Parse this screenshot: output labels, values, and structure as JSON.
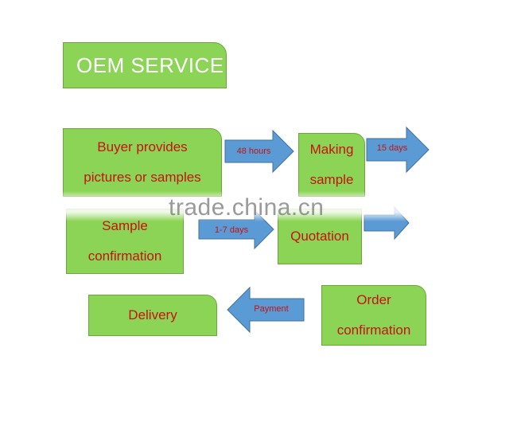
{
  "title": "OEM SERVICE",
  "steps": {
    "buyer": [
      "Buyer provides",
      "pictures or samples"
    ],
    "making": [
      "Making",
      "sample"
    ],
    "sample": [
      "Sample",
      "confirmation"
    ],
    "quotation": [
      "Quotation"
    ],
    "order": [
      "Order",
      "confirmation"
    ],
    "delivery": [
      "Delivery"
    ]
  },
  "arrows": {
    "a1": "48 hours",
    "a2": "15 days",
    "a3": "1-7 days",
    "a4": "",
    "a5": "Payment"
  },
  "watermark": "trade.china.cn",
  "colors": {
    "box_fill": "#8cd456",
    "box_text": "#c8120c",
    "arrow_fill": "#5b9bd5",
    "title_text": "#ffffff"
  }
}
